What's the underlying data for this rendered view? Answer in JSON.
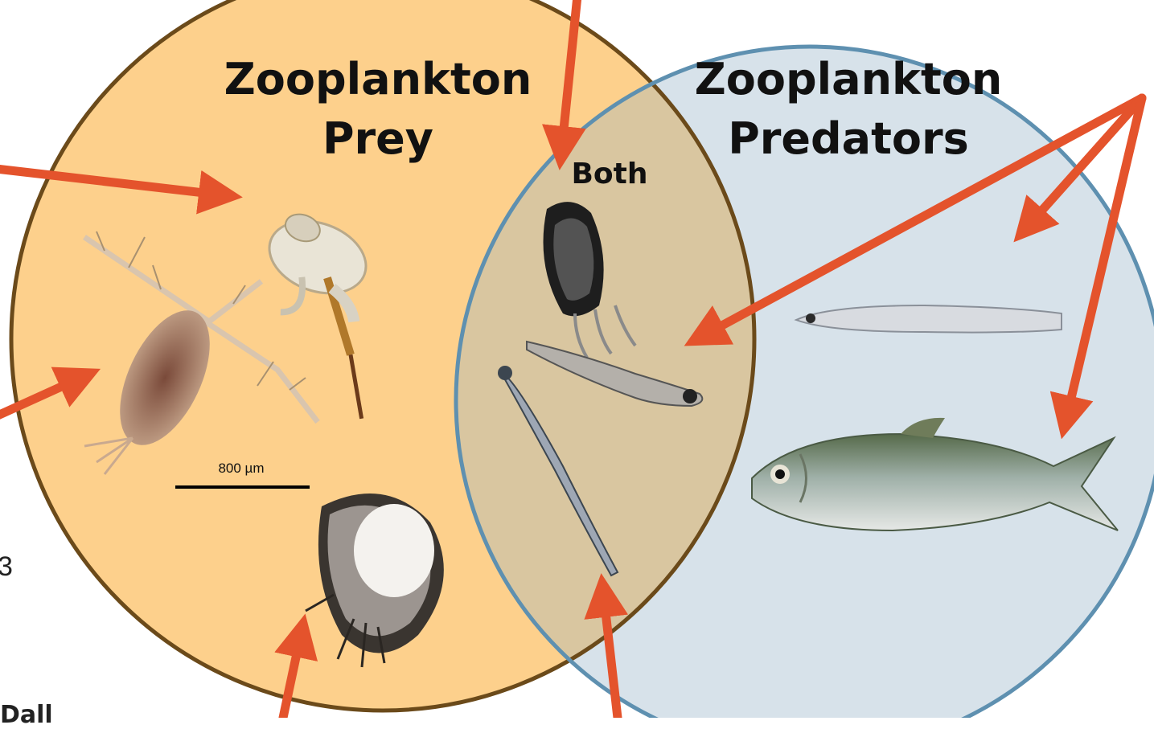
{
  "colors": {
    "prey_fill": "#fdd08c",
    "prey_stroke": "#6b4a1a",
    "predator_fill": "#d7e2ea",
    "predator_stroke": "#5e90b0",
    "overlap_fill": "#d9c6a0",
    "arrow": "#e4532c"
  },
  "sets": {
    "prey": {
      "title_line1": "Zooplankton",
      "title_line2": "Prey"
    },
    "predators": {
      "title_line1": "Zooplankton",
      "title_line2": "Predators"
    },
    "overlap": {
      "label": "Both"
    }
  },
  "scale_bar": {
    "label": "800 µm"
  },
  "organisms": {
    "prey": [
      "amphipod",
      "copepod",
      "cladoceran"
    ],
    "both": [
      "ctenophore",
      "fish-larva",
      "arrow-worm"
    ],
    "predators": [
      "eel-larva",
      "herring"
    ]
  },
  "edge_text": {
    "number": "3",
    "cut_text": "Dall"
  }
}
